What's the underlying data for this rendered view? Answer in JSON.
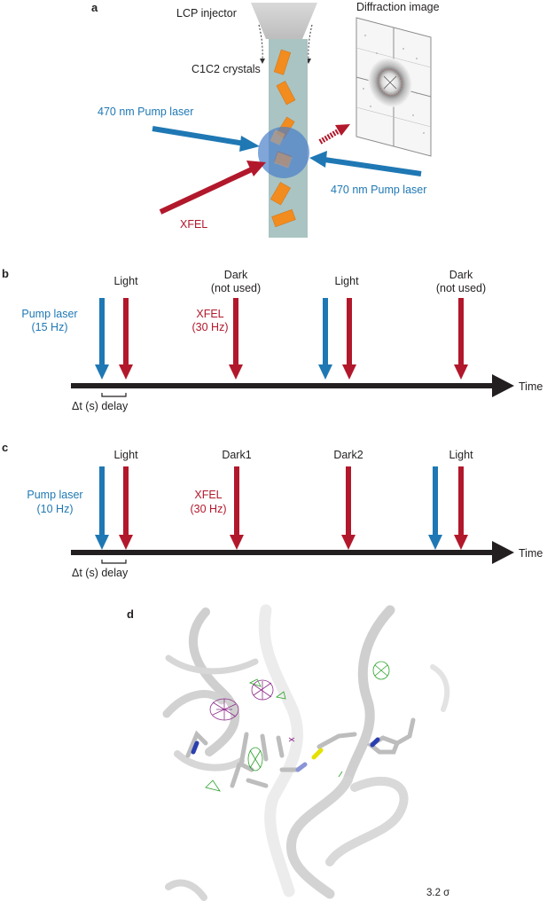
{
  "panel_a": {
    "letter": "a",
    "injector_label": "LCP injector",
    "crystals_label": "C1C2 crystals",
    "diffraction_label": "Diffraction image",
    "pump_left_label": "470 nm Pump laser",
    "pump_right_label": "470 nm Pump laser",
    "xfel_label": "XFEL",
    "colors": {
      "pump": "#1f78b4",
      "xfel": "#b2182b",
      "crystal": "#f28c1e",
      "jet": "#a9c4c2"
    }
  },
  "panel_b": {
    "letter": "b",
    "pump_label_1": "Pump laser",
    "pump_label_2": "(15 Hz)",
    "xfel_label_1": "XFEL",
    "xfel_label_2": "(30 Hz)",
    "light_1": "Light",
    "dark_1a": "Dark",
    "dark_1b": "(not used)",
    "light_2": "Light",
    "dark_2a": "Dark",
    "dark_2b": "(not used)",
    "delay_label": "Δt (s) delay",
    "time_label": "Time"
  },
  "panel_c": {
    "letter": "c",
    "pump_label_1": "Pump laser",
    "pump_label_2": "(10 Hz)",
    "xfel_label_1": "XFEL",
    "xfel_label_2": "(30 Hz)",
    "light_1": "Light",
    "dark_1": "Dark1",
    "dark_2": "Dark2",
    "light_2": "Light",
    "delay_label": "Δt (s) delay",
    "time_label": "Time"
  },
  "panel_d": {
    "letter": "d",
    "sigma_label": "3.2 σ",
    "colors": {
      "negative_density": "#8e2c8a",
      "positive_density": "#2ca02c",
      "ribbon": "#d2d2d2",
      "nitrogen": "#2b3fb0",
      "sulfur": "#e4e000"
    }
  }
}
